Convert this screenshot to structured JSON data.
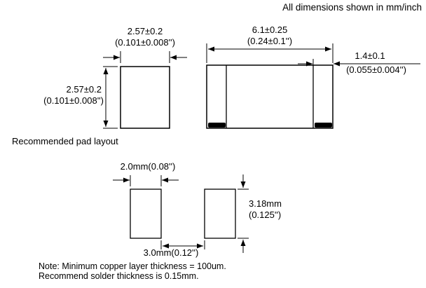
{
  "title": "All dimensions shown in mm/inch",
  "front": {
    "width_mm": "2.57±0.2",
    "width_in": "(0.101±0.008'')",
    "height_mm": "2.57±0.2",
    "height_in": "(0.101±0.008'')"
  },
  "side": {
    "length_mm": "6.1±0.25",
    "length_in": "(0.24±0.1'')",
    "cap_mm": "1.4±0.1",
    "cap_in": "(0.055±0.004'')"
  },
  "pads": {
    "heading": "Recommended pad layout",
    "width_label": "2.0mm(0.08'')",
    "height_mm": "3.18mm",
    "height_in": "(0.125'')",
    "gap_label": "3.0mm(0.12'')"
  },
  "notes": {
    "line1": "Note: Minimum copper layer thickness = 100um.",
    "line2": "Recommend solder thickness is 0.15mm."
  }
}
